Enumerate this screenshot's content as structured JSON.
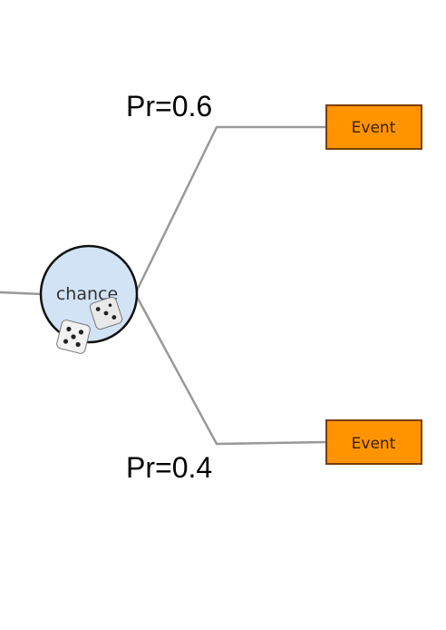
{
  "chance_node": {
    "label": "chance",
    "icon": "dice-icon"
  },
  "branches": [
    {
      "probability_label": "Pr=0.6",
      "outcome_label": "Event"
    },
    {
      "probability_label": "Pr=0.4",
      "outcome_label": "Event"
    }
  ],
  "colors": {
    "chance_fill": "#d2e3f5",
    "event_fill": "#ff9400",
    "event_border": "#7a3d00",
    "edge": "#999999"
  }
}
